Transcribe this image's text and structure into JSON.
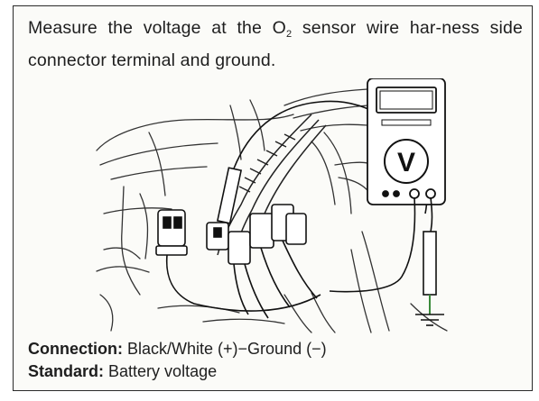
{
  "instruction": {
    "text_before": "Measure the voltage at the O",
    "subscript": "2",
    "text_after": " sensor wire har-ness side connector terminal and ground."
  },
  "meter": {
    "mode_glyph": "V",
    "mode_icon": "volt-dc-icon"
  },
  "connection": {
    "label": "Connection:",
    "value": "Black/White (+)−Ground (−)"
  },
  "standard": {
    "label": "Standard:",
    "value": "Battery voltage"
  },
  "colors": {
    "ink": "#1e1e1e",
    "paper": "#fbfbf8",
    "probe_tip": "#3a8a3a"
  }
}
